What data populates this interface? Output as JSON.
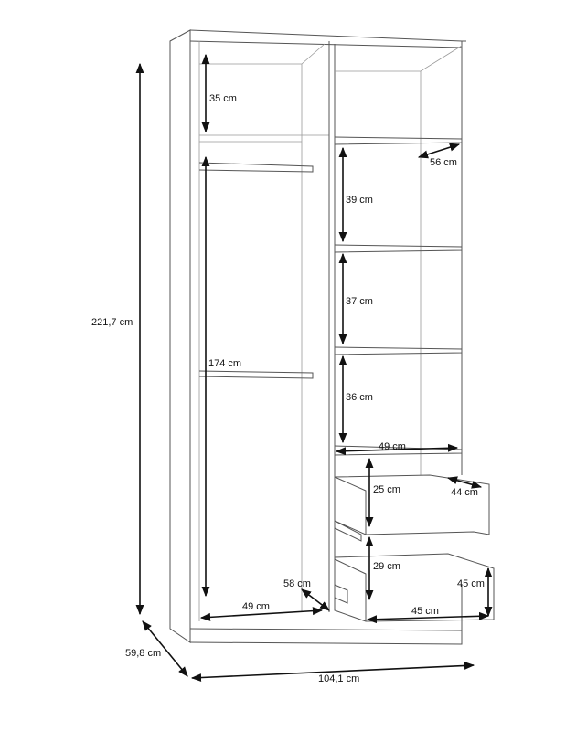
{
  "dimensions": {
    "total_height": "221,7 cm",
    "depth": "59,8 cm",
    "width": "104,1 cm",
    "top_compartment_height": "35 cm",
    "top_shelf_depth": "56 cm",
    "shelf_1_height": "39 cm",
    "shelf_2_height": "37 cm",
    "shelf_3_height": "36 cm",
    "shelf_width": "49 cm",
    "hanging_height": "174 cm",
    "hanging_width": "49 cm",
    "hanging_depth": "58 cm",
    "drawer_1_height": "25 cm",
    "drawer_1_depth": "44 cm",
    "drawer_2_height": "29 cm",
    "drawer_2_depth": "45 cm",
    "drawer_2_width": "45 cm"
  }
}
